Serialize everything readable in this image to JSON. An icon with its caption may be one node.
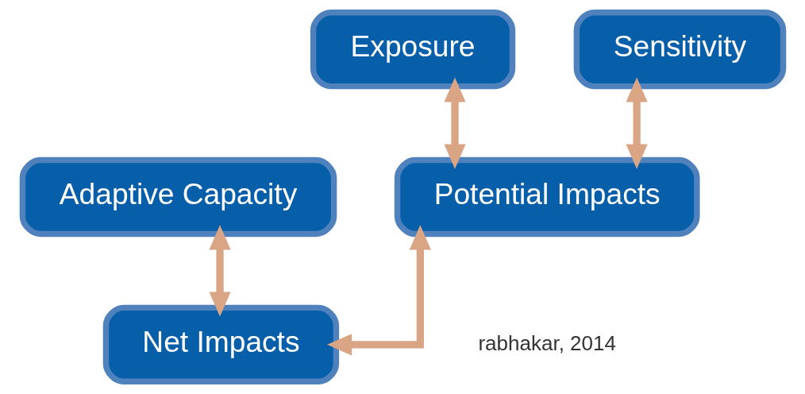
{
  "diagram": {
    "nodes": [
      {
        "text": [
          "Exposure"
        ]
      },
      {
        "text": [
          "Sensitivity"
        ]
      },
      {
        "text": [
          "Adaptive Capacity"
        ]
      },
      {
        "text": [
          "Potential Impacts"
        ]
      },
      {
        "text": [
          "Net Impacts"
        ]
      }
    ],
    "edges": [
      {
        "from": 0,
        "to": 3,
        "arrow": "both"
      },
      {
        "from": 1,
        "to": 3,
        "arrow": "both"
      },
      {
        "from": 2,
        "to": 4,
        "arrow": "both"
      },
      {
        "from": 3,
        "to": 4,
        "arrow": "both"
      }
    ],
    "labels": [
      "rabhakar, 2014"
    ]
  }
}
